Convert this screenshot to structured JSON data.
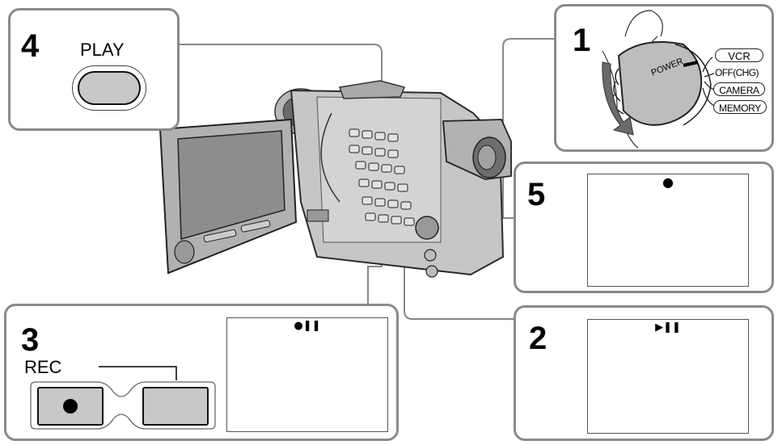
{
  "steps": {
    "power": {
      "number": "1",
      "dial_label": "POWER",
      "modes": [
        "VCR",
        "OFF(CHG)",
        "CAMERA",
        "MEMORY"
      ]
    },
    "standby_screen": {
      "number": "2",
      "indicator": "▶❚❚"
    },
    "rec": {
      "number": "3",
      "label": "REC",
      "indicator": "●❚❚"
    },
    "play": {
      "number": "4",
      "label": "PLAY"
    },
    "recording_screen": {
      "number": "5",
      "indicator": "●"
    }
  }
}
